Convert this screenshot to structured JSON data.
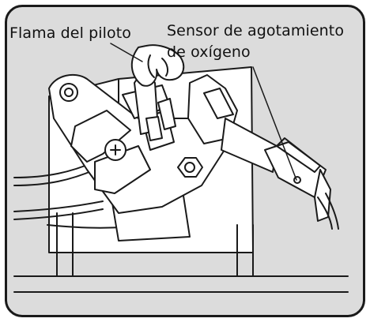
{
  "labels": {
    "pilot_flame": "Flama del piloto",
    "oxygen_sensor_line1": "Sensor de agotamiento",
    "oxygen_sensor_line2": "de oxígeno"
  },
  "colors": {
    "background": "#dcdcdc",
    "outline": "#1a1a1a",
    "fill": "#ffffff"
  }
}
